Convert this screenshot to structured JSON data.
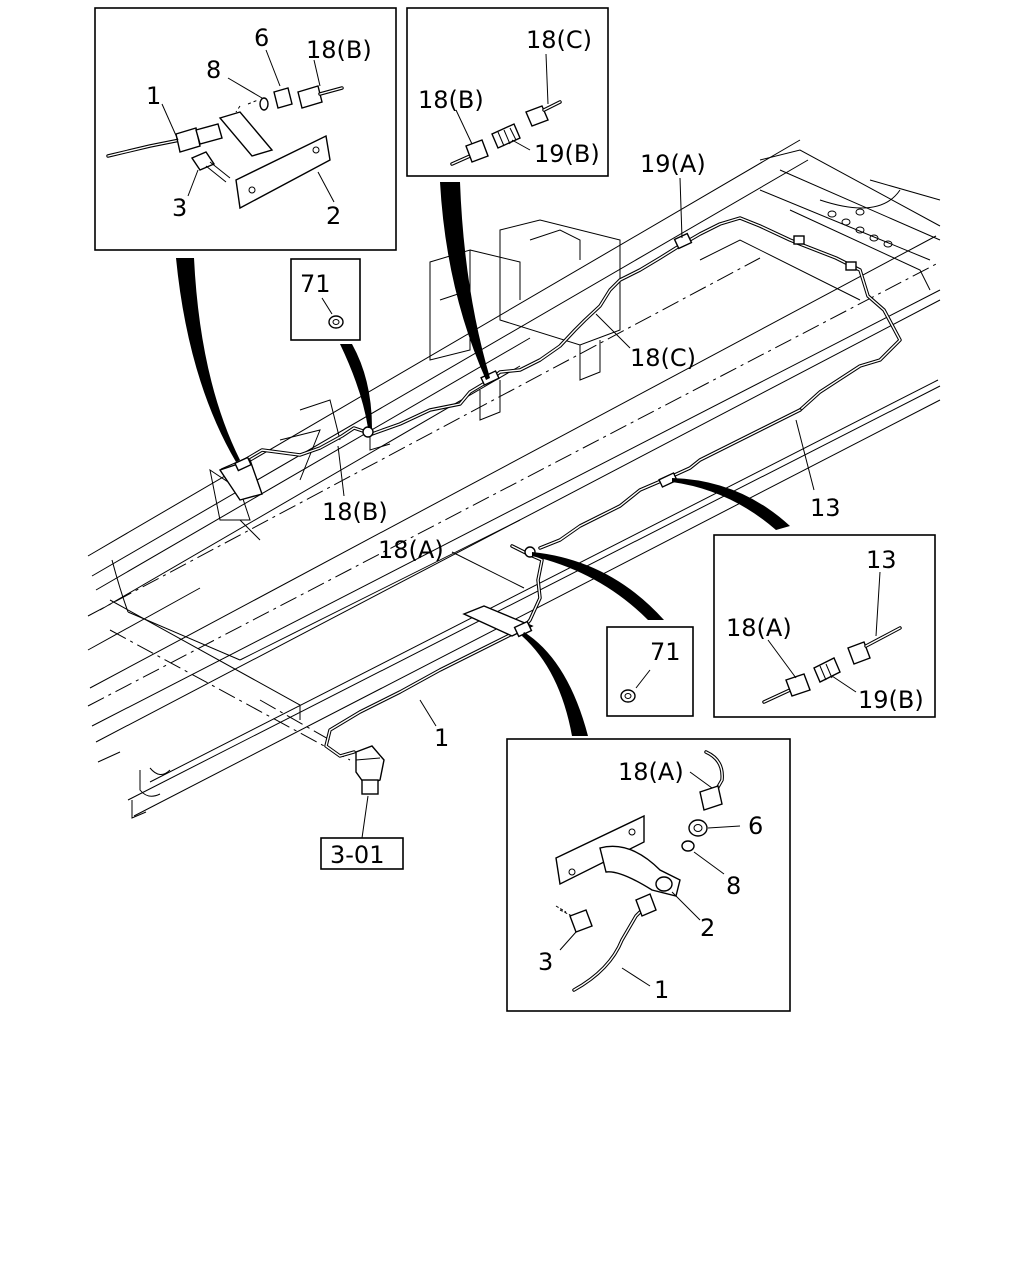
{
  "labels": {
    "box1_1": "1",
    "box1_8": "8",
    "box1_6": "6",
    "box1_18b": "18(B)",
    "box1_3": "3",
    "box1_2": "2",
    "box2_18c": "18(C)",
    "box2_18b": "18(B)",
    "box2_19b": "19(B)",
    "box3_71": "71",
    "main_19a": "19(A)",
    "main_18c": "18(C)",
    "main_18b": "18(B)",
    "main_13": "13",
    "main_18a": "18(A)",
    "main_1": "1",
    "box4_71": "71",
    "box5_13": "13",
    "box5_18a": "18(A)",
    "box5_19b": "19(B)",
    "box6_18a": "18(A)",
    "box6_6": "6",
    "box6_8": "8",
    "box6_2": "2",
    "box6_3": "3",
    "box6_1": "1",
    "ref_label": "3-01"
  }
}
